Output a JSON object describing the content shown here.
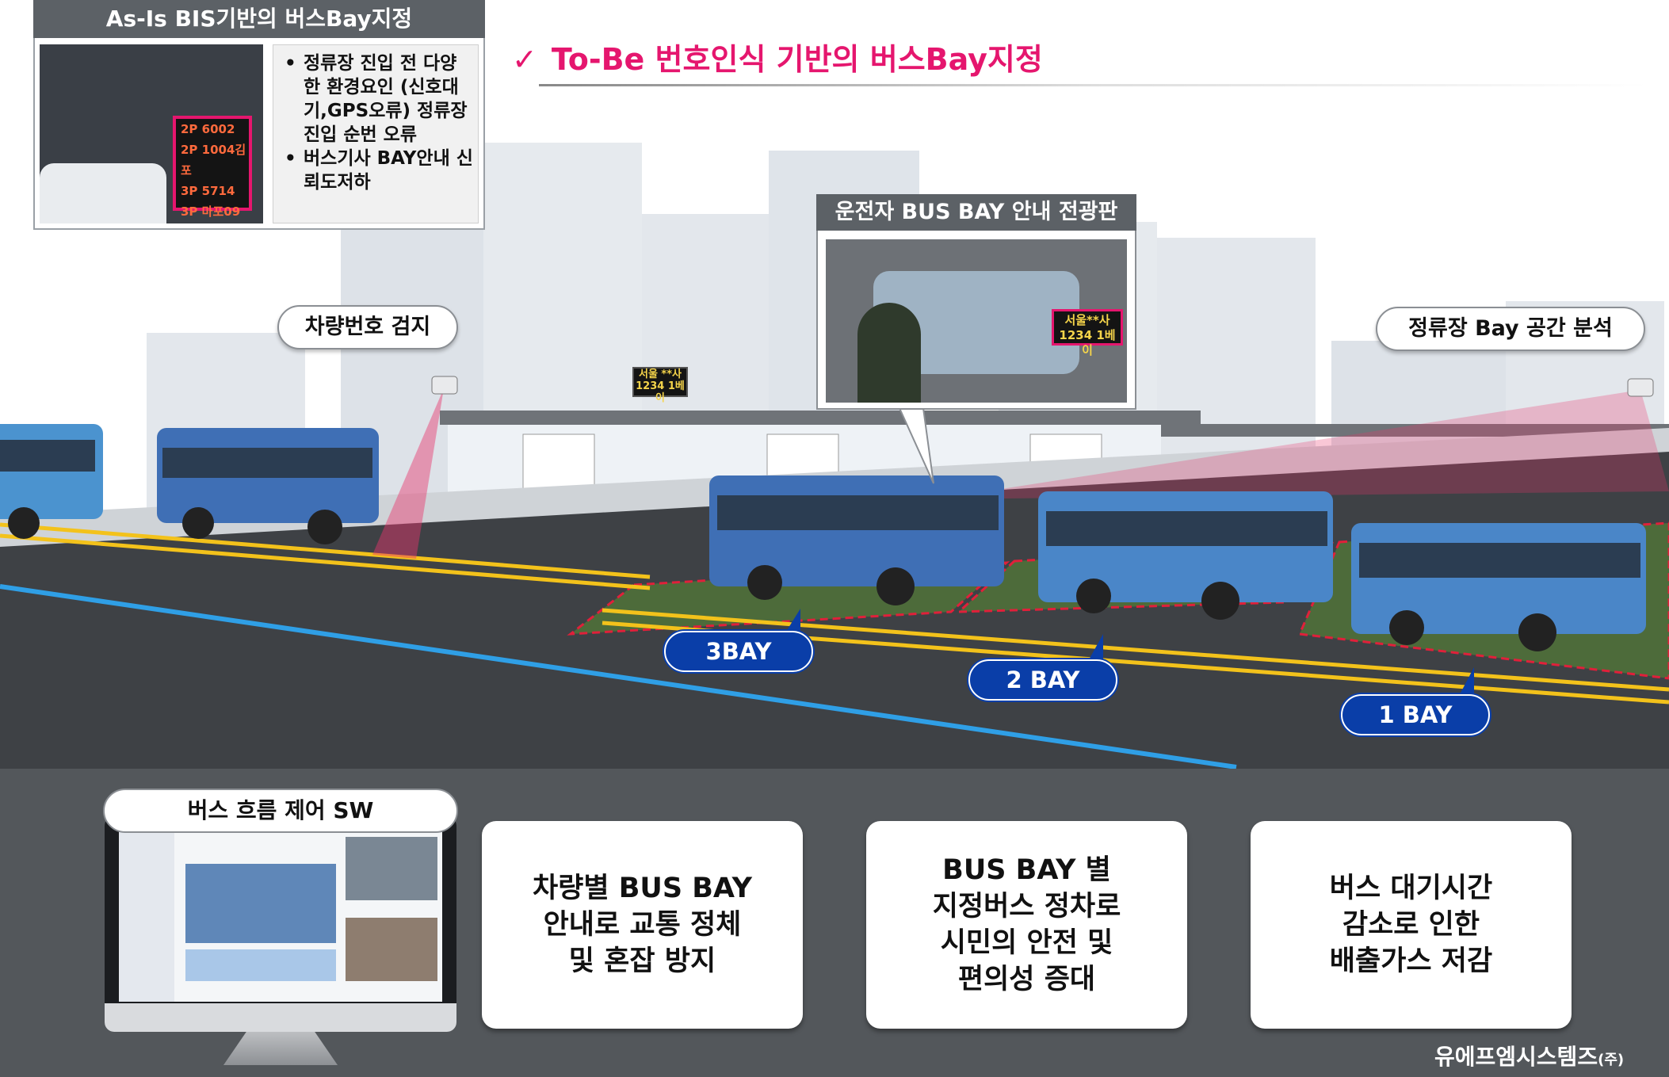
{
  "asis": {
    "title": "As-Is BIS기반의 버스Bay지정",
    "bullets": [
      "정류장 진입 전 다양한 환경요인 (신호대기,GPS오류) 정류장 진입 순번 오류",
      "버스기사 BAY안내 신뢰도저하"
    ],
    "sign_lines": [
      "2P 6002",
      "2P 1004김포",
      "3P 5714",
      "3P 마포09"
    ]
  },
  "tobe": {
    "check": "✓",
    "title": "To-Be 번호인식 기반의 버스Bay지정"
  },
  "callouts": {
    "plate_detect": "차량번호 검지",
    "bay_analysis": "정류장 Bay 공간 분석"
  },
  "driver_display": {
    "title": "운전자 BUS BAY 안내 전광판",
    "sign_line1": "서울**사",
    "sign_line2": "1234 1베이"
  },
  "stop_sign": {
    "line1": "서울 **사",
    "line2": "1234 1베이"
  },
  "bays": [
    "3BAY",
    "2 BAY",
    "1 BAY"
  ],
  "software": {
    "label": "버스 흐름 제어 SW"
  },
  "benefits": [
    "차량별 BUS BAY\n안내로 교통 정체\n및 혼잡 방지",
    "BUS BAY 별\n지정버스 정차로\n시민의 안전 및\n편의성 증대",
    "버스 대기시간\n감소로 인한\n배출가스 저감"
  ],
  "company": {
    "name": "유에프엠시스템즈",
    "suffix": "(주)"
  },
  "colors": {
    "accent": "#e5166e",
    "bay_blue": "#0a3ea8",
    "bus_blue": "#3f6fb5",
    "panel_gray": "#53575b"
  }
}
